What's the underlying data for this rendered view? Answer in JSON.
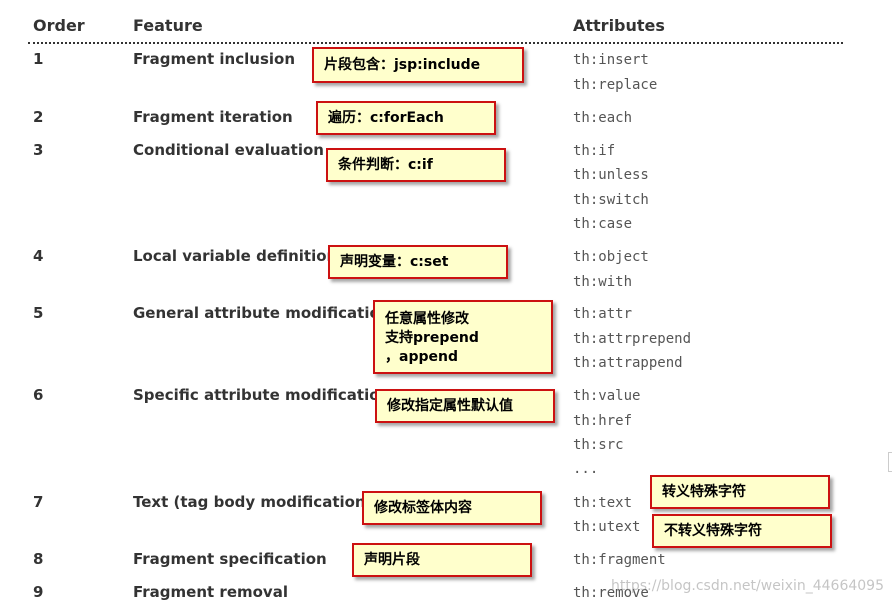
{
  "headers": {
    "order": "Order",
    "feature": "Feature",
    "attributes": "Attributes"
  },
  "rows": [
    {
      "order": "1",
      "feature": "Fragment inclusion",
      "attributes": [
        "th:insert",
        "th:replace"
      ]
    },
    {
      "order": "2",
      "feature": "Fragment iteration",
      "attributes": [
        "th:each"
      ]
    },
    {
      "order": "3",
      "feature": "Conditional evaluation",
      "attributes": [
        "th:if",
        "th:unless",
        "th:switch",
        "th:case"
      ]
    },
    {
      "order": "4",
      "feature": "Local variable definition",
      "attributes": [
        "th:object",
        "th:with"
      ]
    },
    {
      "order": "5",
      "feature": "General attribute modification",
      "attributes": [
        "th:attr",
        "th:attrprepend",
        "th:attrappend"
      ]
    },
    {
      "order": "6",
      "feature": "Specific attribute modification",
      "attributes": [
        "th:value",
        "th:href",
        "th:src",
        "..."
      ]
    },
    {
      "order": "7",
      "feature": "Text (tag body modification)",
      "attributes": [
        "th:text",
        "th:utext"
      ]
    },
    {
      "order": "8",
      "feature": "Fragment specification",
      "attributes": [
        "th:fragment"
      ]
    },
    {
      "order": "9",
      "feature": "Fragment removal",
      "attributes": [
        "th:remove"
      ]
    }
  ],
  "notes": {
    "n1": "片段包含：jsp:include",
    "n2": "遍历：c:forEach",
    "n3": "条件判断：c:if",
    "n4": "声明变量：c:set",
    "n5_line1": "任意属性修改",
    "n5_line2": "支持prepend",
    "n5_line3": "，append",
    "n6": "修改指定属性默认值",
    "n7": "修改标签体内容",
    "n7a": "转义特殊字符",
    "n7b": "不转义特殊字符",
    "n8": "声明片段"
  },
  "watermark": "https://blog.csdn.net/weixin_44664095",
  "colors": {
    "note_bg": "#ffffcc",
    "note_border": "#cc1111",
    "text": "#333333"
  }
}
